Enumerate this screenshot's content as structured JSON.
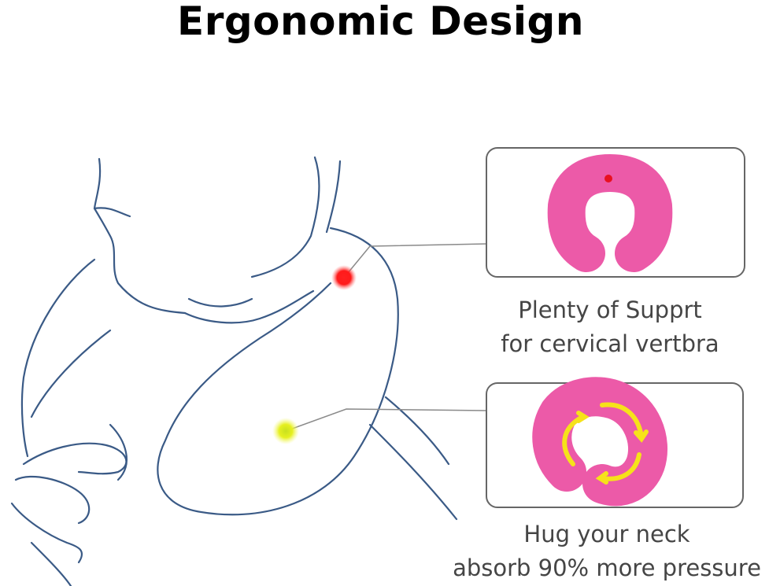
{
  "title": "Ergonomic Design",
  "callouts": [
    {
      "line1": "Plenty of Supprt",
      "line2": "for cervical vertbra",
      "dot_color": "#ff1a1a"
    },
    {
      "line1": "Hug your neck",
      "line2": "absorb 90% more pressure",
      "dot_color": "#e6f020"
    }
  ],
  "colors": {
    "pillow": "#ec5aa8",
    "sketch": "#3a5a86",
    "arrow": "#f6e21a"
  }
}
